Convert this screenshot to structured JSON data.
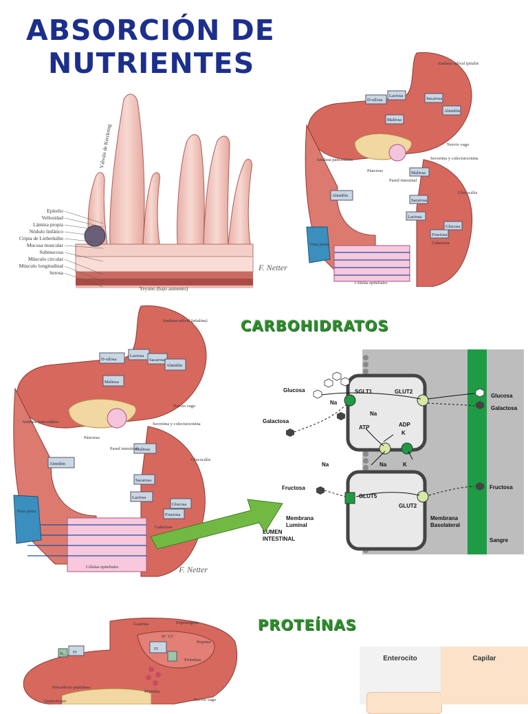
{
  "title": {
    "line1": "ABSORCIÓN DE",
    "line2": "NUTRIENTES"
  },
  "villi": {
    "labels": [
      "Epitelio",
      "Vellosidad",
      "Lámina propia",
      "Nódulo linfático",
      "Cripta de Lieberkühn",
      "Mucosa muscular",
      "Submucosa",
      "Músculo circular",
      "Músculo longitudinal",
      "Serosa"
    ],
    "valve_label": "Válvula de Kerckring",
    "caption": "Yeyuno (bajo aumento)"
  },
  "digestion": {
    "top_labels": [
      "Amilasa salival (ptialina)",
      "D-xilosa",
      "Lactosa",
      "Sacarosa",
      "Maltosa",
      "Almidón",
      "Nervio vago"
    ],
    "mid_labels": [
      "Amilasa pancreática",
      "Páncreas",
      "Secretina y colecistocinina",
      "Pared intestinal",
      "Almidón"
    ],
    "low_labels": [
      "Maltosa",
      "Sacarosa",
      "Lactosa",
      "Glucosa",
      "Fructosa",
      "Galactosa",
      "Glucocálix",
      "Vena porta",
      "Células epiteliales"
    ]
  },
  "carbohidratos": {
    "heading": "CARBOHIDRATOS",
    "labels": {
      "glucosa": "Glucosa",
      "galactosa": "Galactosa",
      "fructosa": "Fructosa",
      "sglt1": "SGLT1",
      "glut2": "GLUT2",
      "glut5": "GLUT5",
      "atp": "ATP",
      "adp": "ADP",
      "na": "Na",
      "k": "K",
      "plus": "+",
      "membrana_luminal": "Membrana\nLuminal",
      "membrana_basolateral": "Membrana\nBasolateral",
      "lumen": "LUMEN\nINTESTINAL",
      "sangre": "Sangre",
      "glucosa_out": "Glucosa",
      "galactosa_out": "Galactosa",
      "fructosa_out": "Fructosa"
    }
  },
  "proteinas": {
    "heading": "PROTEÍNAS",
    "labels": [
      "Gastrina",
      "Pepsinógeno",
      "H⁺ Cl⁻",
      "Pepsina",
      "Proteínas",
      "Péptidos",
      "Procarboxi-peptidasa",
      "Quimotripsi-",
      "B₁₂",
      "FI",
      "Nervio vago"
    ],
    "table": {
      "col1": "Enterocito",
      "col2": "Capilar"
    }
  },
  "signature": "F. Netter"
}
